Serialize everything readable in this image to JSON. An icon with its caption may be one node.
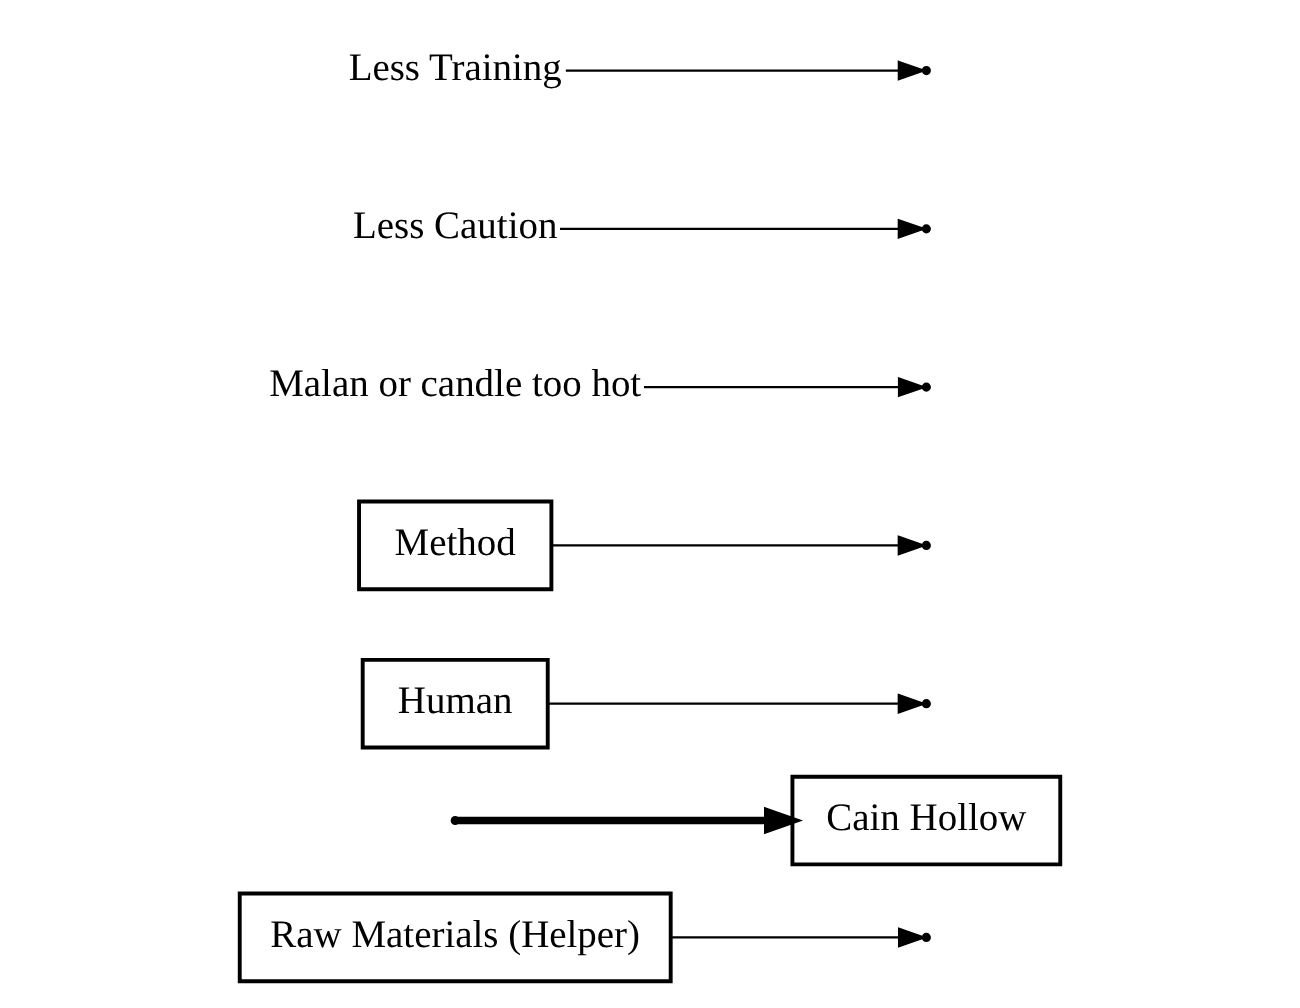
{
  "diagram": {
    "nodes": [
      {
        "text": [
          "Raw Materials (Helper)"
        ]
      },
      {
        "text": [
          "Cain Hollow"
        ]
      },
      {
        "text": [
          "Human"
        ]
      },
      {
        "text": [
          "Method"
        ]
      },
      {
        "text": [
          "Malan or candle too hot"
        ]
      },
      {
        "text": [
          "Less Caution"
        ]
      },
      {
        "text": [
          "Less Training"
        ]
      }
    ],
    "edges": [
      {
        "from": null,
        "to": 1,
        "arrow": "to",
        "style": "thick"
      },
      {
        "from": 0,
        "to": null,
        "arrow": "to"
      },
      {
        "from": 2,
        "to": null,
        "arrow": "to"
      },
      {
        "from": 3,
        "to": null,
        "arrow": "to"
      },
      {
        "from": 4,
        "to": null,
        "arrow": "to"
      },
      {
        "from": 5,
        "to": null,
        "arrow": "to"
      },
      {
        "from": 6,
        "to": null,
        "arrow": "to"
      }
    ]
  }
}
